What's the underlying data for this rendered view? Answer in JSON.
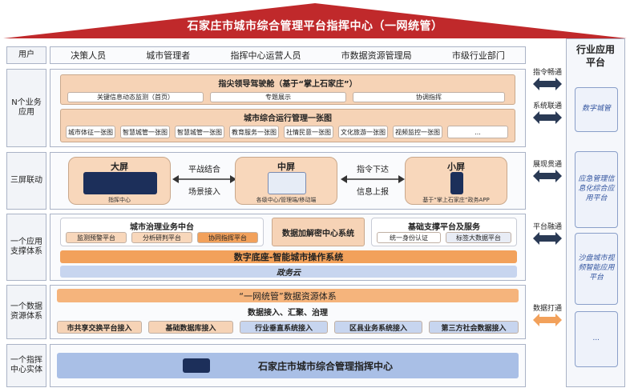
{
  "title": "石家庄市城市综合管理平台指挥中心（一网统管）",
  "rows": {
    "users": {
      "label": "用户",
      "items": [
        "决策人员",
        "城市管理者",
        "指挥中心运营人员",
        "市数据资源管理局",
        "市级行业部门"
      ]
    },
    "apps": {
      "label": "N个业务应用",
      "leader_title": "指尖领导驾驶舱（基于“掌上石家庄”）",
      "leader_items": [
        "关键信息动态监测（首页）",
        "专题展示",
        "协调指挥"
      ],
      "city_title": "城市综合运行管理一张图",
      "city_items": [
        "城市体征一张图",
        "智慧城管一张图",
        "智慧城管一张图",
        "教育服务一张图",
        "社情民意一张图",
        "文化旅游一张图",
        "视频监控一张图",
        "..."
      ]
    },
    "screens": {
      "label": "三屏联动",
      "big_title": "大屏",
      "big_sub": "指挥中心",
      "mid_title": "中屏",
      "mid_sub": "各级中心/管理端/移动端",
      "small_title": "小屏",
      "small_sub": "基于“掌上石家庄”政务APP",
      "arrow1_top": "平战结合",
      "arrow1_bottom": "场景接入",
      "arrow2_top": "指令下达",
      "arrow2_bottom": "信息上报"
    },
    "support": {
      "label": "一个应用支撑体系",
      "gov_title": "城市治理业务中台",
      "gov_items": [
        "监测预警平台",
        "分析研判平台",
        "协同指挥平台"
      ],
      "crypto": "数据加解密中心系统",
      "base_title": "基础支撑平台及服务",
      "base_items": [
        "统一身份认证",
        "标签大数据平台"
      ],
      "os": "数字底座-智能城市操作系统",
      "cloud": "政务云"
    },
    "data": {
      "label": "一个数据资源体系",
      "title": "“一网统管”数据资源体系",
      "sub": "数据接入、汇聚、治理",
      "items": [
        "市共享交换平台接入",
        "基础数据库接入",
        "行业垂直系统接入",
        "区县业务系统接入",
        "第三方社会数据接入"
      ]
    },
    "entity": {
      "label": "一个指挥中心实体",
      "title": "石家庄市城市综合管理指挥中心"
    }
  },
  "arrows": [
    "指令畅通",
    "系统联通",
    "展现贯通",
    "平台融通",
    "数据打通"
  ],
  "right_column": {
    "title": "行业应用平台",
    "items": [
      "数字城管",
      "应急管理信息化综合应用平台",
      "沙盘城市视频智能应用平台",
      "..."
    ]
  },
  "colors": {
    "roof": "#c0292b",
    "orange": "#f2a15b",
    "peach": "#f6d3b6",
    "blue": "#c7d5ef",
    "navy": "#1c2f5a"
  }
}
